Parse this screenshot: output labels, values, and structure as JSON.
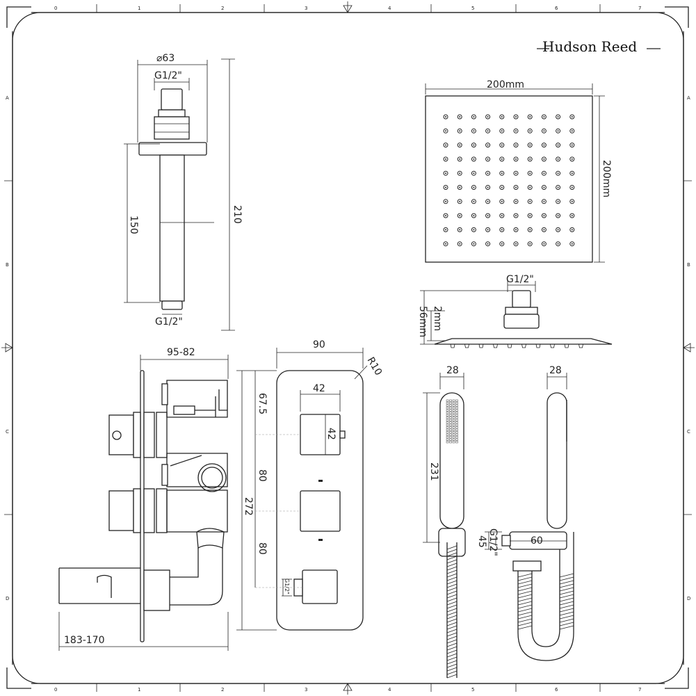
{
  "brand": {
    "logo_text": "Hudson Reed"
  },
  "ruler": {
    "columns": [
      "0",
      "1",
      "2",
      "3",
      "4",
      "5",
      "6",
      "7"
    ],
    "rows": [
      "A",
      "B",
      "C",
      "D"
    ]
  },
  "ceiling_arm": {
    "diameter": "⌀63",
    "thread_top": "G1/2\"",
    "total_height": "210",
    "arm_length": "150",
    "thread_bottom": "G1/2\""
  },
  "shower_head": {
    "width": "200mm",
    "depth": "200mm",
    "thread": "G1/2\"",
    "height": "56mm",
    "thickness": "2mm"
  },
  "valve_side": {
    "depth": "95-82",
    "total_depth": "183-170"
  },
  "valve_front": {
    "width": "90",
    "radius": "R10",
    "handle_width": "42",
    "handle_height": "42",
    "offset_top": "67.5",
    "spacing_1": "80",
    "spacing_2": "80",
    "height": "272",
    "outlet_thread": "G1/2\""
  },
  "handset": {
    "width_left": "28",
    "width_right": "28",
    "length": "231",
    "bracket_height": "45",
    "bracket_thread": "G1/2\"",
    "bracket_depth": "60"
  }
}
